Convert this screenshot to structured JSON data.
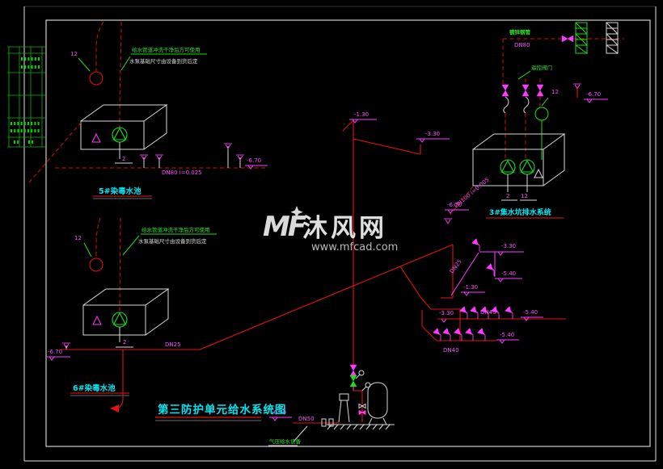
{
  "labels": {
    "title": "第三防护单元给水系统图",
    "tank5": "5#染毒水池",
    "tank6": "6#染毒水池",
    "sump3": "3#集水坑排水系统",
    "pneumatic": "气压给水设备",
    "galvanized": "镀锌钢管",
    "valve_note": "遥控阀门",
    "note1": "给水管道冲洗干净后方可使用",
    "note2": "水泵基础尺寸由设备到货后定"
  },
  "pipes": {
    "dn80": "DN80",
    "dn80s": "DN80 i=0.025",
    "dn100s": "DN100 i=0.005",
    "dn50": "DN50",
    "dn40": "DN40",
    "dn25": "DN25"
  },
  "elev": {
    "m130": "-1.30",
    "m330": "-3.30",
    "m540": "-5.40",
    "m670": "-6.70"
  },
  "nums": {
    "n2": "2",
    "n12": "12"
  },
  "wm": {
    "logo": "MF",
    "brand": "沐风网",
    "url": "www.mfcad.com"
  }
}
